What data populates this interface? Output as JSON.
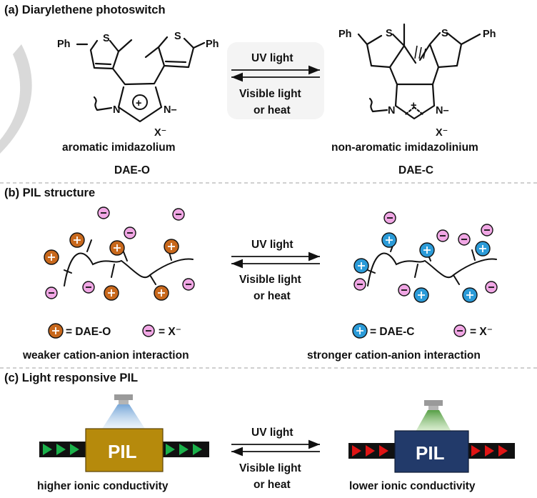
{
  "panel_a": {
    "header": "(a)  Diarylethene photoswitch",
    "left_substituent_1": "Ph",
    "left_substituent_2": "Ph",
    "sulfur": "S",
    "nitrogen": "N",
    "methyl_right": "N–",
    "anion": "X⁻",
    "plus": "+",
    "left_caption": "aromatic  imidazolium",
    "left_name": "DAE-O",
    "right_caption": "non-aromatic  imidazolinium",
    "right_name": "DAE-C",
    "arrow_top": "UV light",
    "arrow_bottom_1": "Visible light",
    "arrow_bottom_2": "or heat"
  },
  "panel_b": {
    "header": "(b)  PIL structure",
    "arrow_top": "UV light",
    "arrow_bottom_1": "Visible light",
    "arrow_bottom_2": "or heat",
    "legend_left_cation": "= DAE-O",
    "legend_left_anion": "= X⁻",
    "legend_right_cation": "= DAE-C",
    "legend_right_anion": "= X⁻",
    "left_caption": "weaker cation-anion interaction",
    "right_caption": "stronger cation-anion interaction"
  },
  "panel_c": {
    "header": "(c)  Light responsive PIL",
    "left_block": "PIL",
    "right_block": "PIL",
    "arrow_top": "UV light",
    "arrow_bottom_1": "Visible light",
    "arrow_bottom_2": "or heat",
    "left_caption": "higher ionic conductivity",
    "right_caption": "lower ionic conductivity"
  },
  "colors": {
    "cation_open": "#c8681c",
    "cation_closed": "#2b9bd8",
    "anion": "#f1a7e5",
    "pil_left": "#b68a0c",
    "pil_right": "#223a6a",
    "arrow_green": "#1bb14a",
    "arrow_red": "#e01414",
    "light_blue": "#a9cdea",
    "light_green": "#7dbb62"
  }
}
